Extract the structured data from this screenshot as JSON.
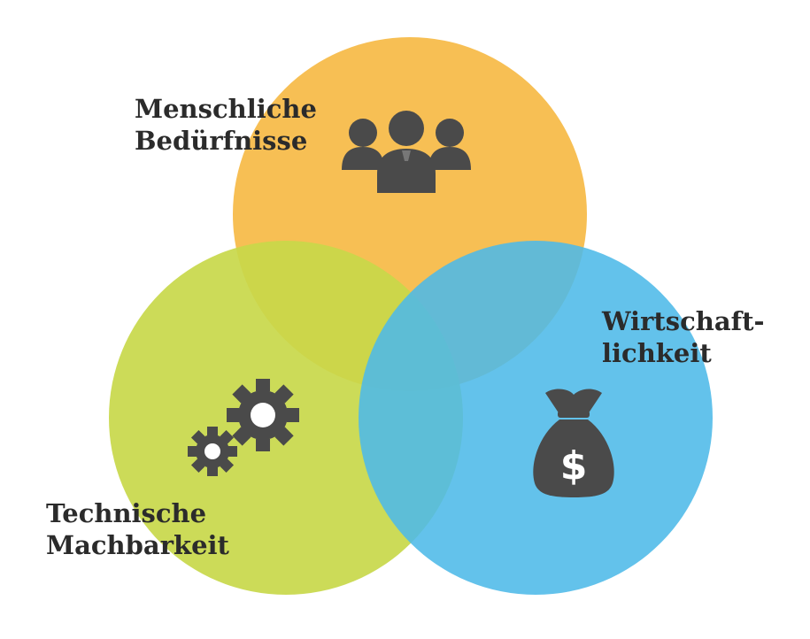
{
  "colors": {
    "human": "#F7BC4B",
    "tech": "#C8D84A",
    "economy": "#4DB9E8",
    "icon": "#4A4A4A",
    "text": "#2B2B2B"
  },
  "circles": [
    {
      "id": "human",
      "color_key": "human",
      "opacity": 0.95
    },
    {
      "id": "tech",
      "color_key": "tech",
      "opacity": 0.92
    },
    {
      "id": "economy",
      "color_key": "economy",
      "opacity": 0.88
    }
  ],
  "labels": {
    "human": {
      "line1": "Menschliche",
      "line2": "Bedürfnisse"
    },
    "economy": {
      "line1": "Wirtschaft-",
      "line2": "lichkeit"
    },
    "tech": {
      "line1": "Technische",
      "line2": "Machbarkeit"
    }
  },
  "icons": {
    "human": "people-group-icon",
    "tech": "gears-icon",
    "economy": "money-bag-icon",
    "currency_symbol": "$"
  }
}
